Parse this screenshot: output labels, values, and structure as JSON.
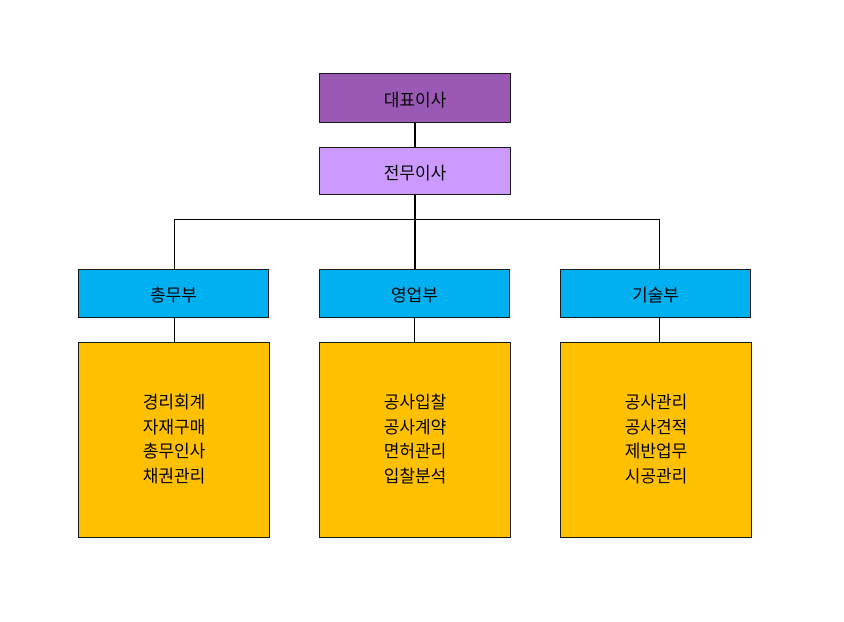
{
  "ceo": {
    "label": "대표이사"
  },
  "vp": {
    "label": "전무이사"
  },
  "departments": [
    {
      "name": "총무부",
      "duties": [
        "경리회계",
        "자재구매",
        "총무인사",
        "채권관리"
      ]
    },
    {
      "name": "영업부",
      "duties": [
        "공사입찰",
        "공사계약",
        "면허관리",
        "입찰분석"
      ]
    },
    {
      "name": "기술부",
      "duties": [
        "공사관리",
        "공사견적",
        "제반업무",
        "시공관리"
      ]
    }
  ],
  "colors": {
    "ceo": "#9b59b6",
    "vp": "#cc99ff",
    "department": "#00b0f0",
    "duties": "#ffc000",
    "connector": "#000000"
  }
}
